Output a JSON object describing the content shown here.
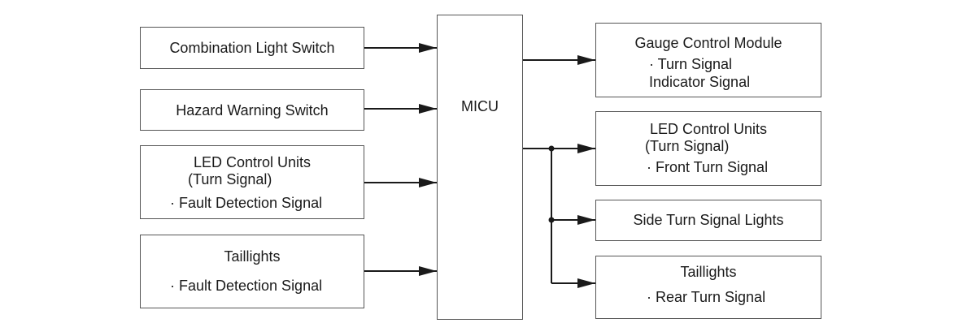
{
  "diagram": {
    "inputs": {
      "combination_light_switch": {
        "title": "Combination Light Switch"
      },
      "hazard_warning_switch": {
        "title": "Hazard Warning Switch"
      },
      "led_control_units": {
        "title": "LED Control Units",
        "subtitle": "(Turn Signal)",
        "signal": "· Fault Detection Signal"
      },
      "taillights": {
        "title": "Taillights",
        "signal": "· Fault Detection Signal"
      }
    },
    "controller": {
      "title": "MICU"
    },
    "outputs": {
      "gauge_control_module": {
        "title": "Gauge Control Module",
        "signal_line1": "· Turn Signal",
        "signal_line2": "Indicator Signal"
      },
      "led_control_units": {
        "title": "LED Control Units",
        "subtitle": "(Turn Signal)",
        "signal": "· Front Turn Signal"
      },
      "side_turn_signal_lights": {
        "title": "Side Turn Signal Lights"
      },
      "taillights": {
        "title": "Taillights",
        "signal": "· Rear Turn Signal"
      }
    },
    "colors": {
      "line": "#1a1a1a",
      "border": "#555555"
    }
  }
}
